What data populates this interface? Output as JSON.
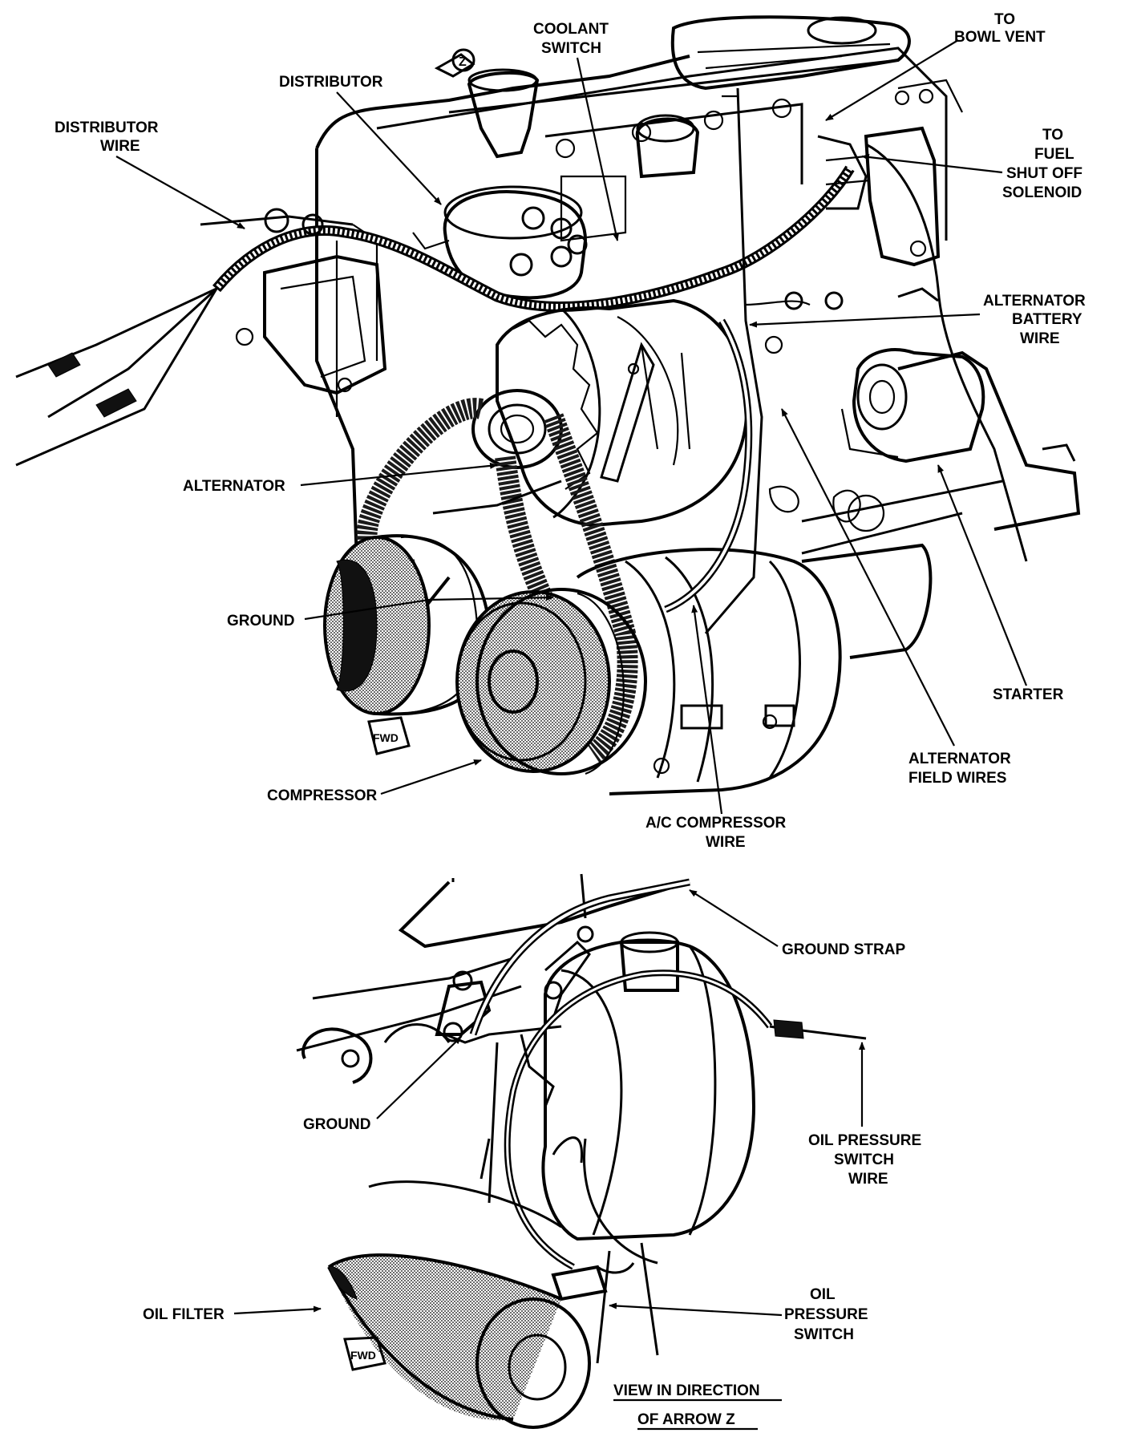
{
  "labels": {
    "to_bowl_vent_1": "TO",
    "to_bowl_vent_2": "BOWL VENT",
    "coolant_switch_1": "COOLANT",
    "coolant_switch_2": "SWITCH",
    "distributor": "DISTRIBUTOR",
    "distributor_wire_1": "DISTRIBUTOR",
    "distributor_wire_2": "WIRE",
    "to_fuel_1": "TO",
    "to_fuel_2": "FUEL",
    "to_fuel_3": "SHUT OFF",
    "to_fuel_4": "SOLENOID",
    "alt_battery_1": "ALTERNATOR",
    "alt_battery_2": "BATTERY",
    "alt_battery_3": "WIRE",
    "alternator": "ALTERNATOR",
    "ground_top": "GROUND",
    "starter": "STARTER",
    "alt_field_1": "ALTERNATOR",
    "alt_field_2": "FIELD WIRES",
    "compressor": "COMPRESSOR",
    "ac_wire_1": "A/C COMPRESSOR",
    "ac_wire_2": "WIRE",
    "ground_strap": "GROUND STRAP",
    "ground_bottom": "GROUND",
    "oil_wire_1": "OIL PRESSURE",
    "oil_wire_2": "SWITCH",
    "oil_wire_3": "WIRE",
    "oil_filter": "OIL FILTER",
    "oil_switch_1": "OIL",
    "oil_switch_2": "PRESSURE",
    "oil_switch_3": "SWITCH",
    "view_1": "VIEW IN DIRECTION",
    "view_2": "OF ARROW Z",
    "arrow_z": "Z",
    "fwd_top": "FWD",
    "fwd_bottom": "FWD"
  }
}
